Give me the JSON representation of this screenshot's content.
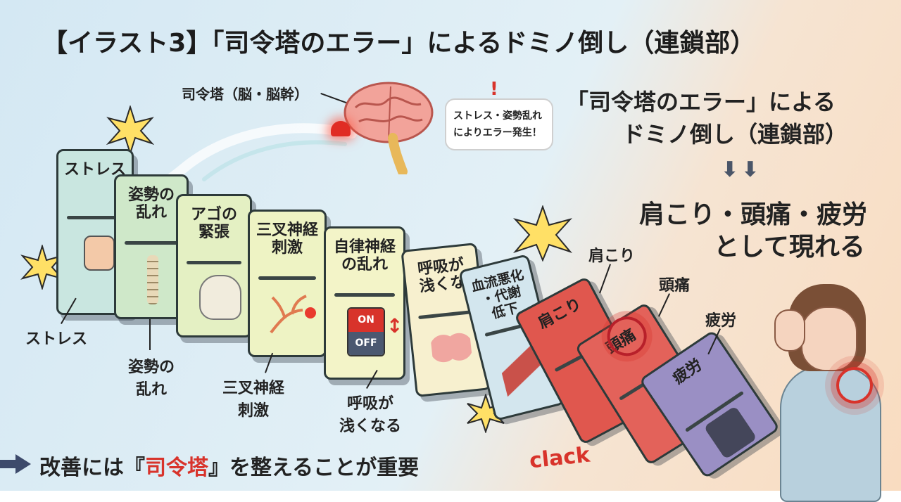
{
  "title": "【イラスト3】「司令塔のエラー」によるドミノ倒し（連鎖部）",
  "brain": {
    "label": "司令塔（脳・脳幹）",
    "bubble_line1": "ストレス・姿勢乱れ",
    "bubble_line2": "によりエラー発生！"
  },
  "dominoes": [
    {
      "label": "ストレス",
      "color": "#c9e6e0"
    },
    {
      "label": "姿勢の\n乱れ",
      "color": "#cfe8c9"
    },
    {
      "label": "アゴの\n緊張",
      "color": "#e4f0c3"
    },
    {
      "label": "三叉神経\n刺激",
      "color": "#eef3c4"
    },
    {
      "label": "自律神経\nの乱れ",
      "color": "#f3f4c8"
    },
    {
      "label": "呼吸が\n浅くな",
      "color": "#f7f0cf"
    },
    {
      "label": "血流悪化\n・代謝\n低下",
      "color": "#d3e6ee"
    },
    {
      "label": "肩こり",
      "color": "#e0574e"
    },
    {
      "label": "頭痛",
      "color": "#e3625a"
    },
    {
      "label": "疲労",
      "color": "#9a8fc4"
    }
  ],
  "switch": {
    "on": "ON",
    "off": "OFF"
  },
  "callouts": {
    "stress": "ストレス",
    "posture": "姿勢の\n乱れ",
    "trigeminal": "三叉神経\n刺激",
    "breath": "呼吸が\n浅くなる",
    "shoulder": "肩こり",
    "headache": "頭痛",
    "fatigue": "疲労"
  },
  "right_panel": {
    "heading_line1": "「司令塔のエラー」による",
    "heading_line2": "ドミノ倒し（連鎖部）",
    "arrows": "⬇⬇",
    "result_line1": "肩こり・頭痛・疲労",
    "result_line2": "として現れる"
  },
  "footer": {
    "prefix": "改善には『",
    "highlight": "司令塔",
    "suffix": "』を整えることが重要"
  },
  "sound": "clack",
  "colors": {
    "accent_red": "#d8332b",
    "footer_arrow": "#3d4a6b"
  }
}
